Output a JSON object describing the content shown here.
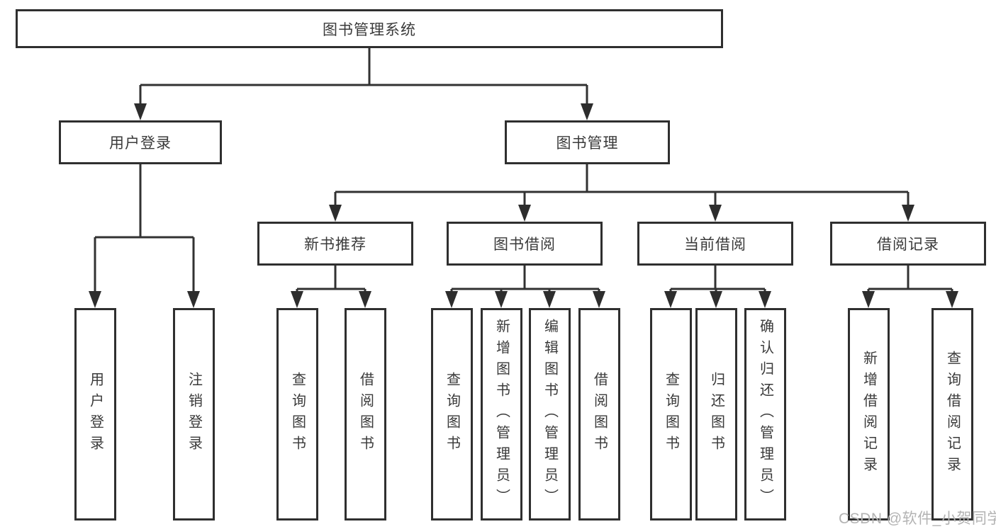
{
  "tree": {
    "label": "图书管理系统",
    "children": [
      {
        "label": "用户登录",
        "children": [
          {
            "label": "用户登录"
          },
          {
            "label": "注销登录"
          }
        ]
      },
      {
        "label": "图书管理",
        "children": [
          {
            "label": "新书推荐",
            "children": [
              {
                "label": "查询图书"
              },
              {
                "label": "借阅图书"
              }
            ]
          },
          {
            "label": "图书借阅",
            "children": [
              {
                "label": "查询图书"
              },
              {
                "label": "新增图书（管理员）"
              },
              {
                "label": "编辑图书（管理员）"
              },
              {
                "label": "借阅图书"
              }
            ]
          },
          {
            "label": "当前借阅",
            "children": [
              {
                "label": "查询图书"
              },
              {
                "label": "归还图书"
              },
              {
                "label": "确认归还（管理员）"
              }
            ]
          },
          {
            "label": "借阅记录",
            "children": [
              {
                "label": "新增借阅记录"
              },
              {
                "label": "查询借阅记录"
              }
            ]
          }
        ]
      }
    ]
  },
  "watermark": {
    "text": "CSDN @软件_小贺同学"
  },
  "colors": {
    "line": "#323232",
    "box_border": "#2f2f2f",
    "text": "#3a3a3a",
    "watermark": "#b3b3b3",
    "background": "#ffffff"
  }
}
